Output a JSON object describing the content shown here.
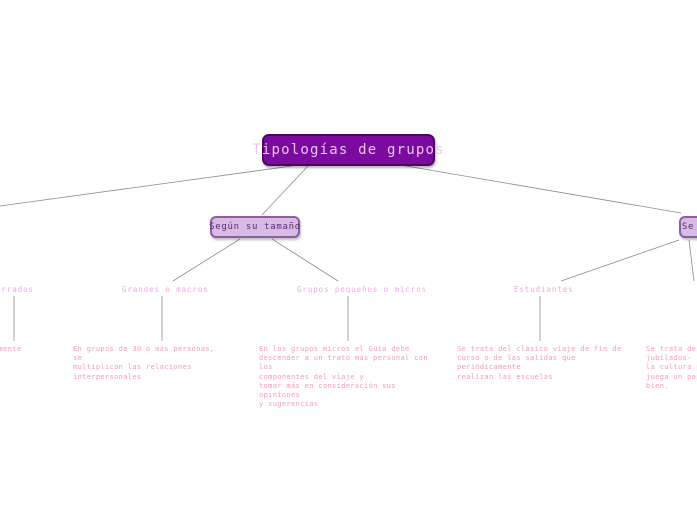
{
  "diagram": {
    "type": "mind-map",
    "title": "Tipologías de grupos",
    "colors": {
      "root_fill": "#7b0a9e",
      "root_border": "#4d0566",
      "root_text": "#e8c7f2",
      "level2_fill": "#d7bbe3",
      "level2_border": "#8e5ba6",
      "level2_text": "#5d2a72",
      "level3_text": "#f0a9e0",
      "leaf_text": "#f59ab8",
      "edge": "#8c8c8c",
      "background": "#ffffff"
    },
    "root": {
      "label": "Tipologías de grupos"
    },
    "branches": [
      {
        "label": "Según su tamaño",
        "children": [
          {
            "label": "Grandes o macros",
            "body": "En grupos de 30 o más personas, se\nmultiplican las relaciones\ninterpersonales"
          },
          {
            "label": "Grupos pequeños o micros",
            "body": "En los grupos micros el Guía debe\ndescender a un trato más personal con los\ncomponentes del viaje y\ntomar más en consideración sus opiniones\ny sugerencias"
          }
        ]
      },
      {
        "label": "Se",
        "children": [
          {
            "label": "Estudiantes",
            "body": "Se trata del clásico viaje de fin de\ncurso o de las salidas que periódicamente\nrealizan las escuelas"
          },
          {
            "label": "",
            "body": "Se trata de gr\njubilados- cuy\nla cultura pe\njuega un pape\nbien."
          }
        ]
      },
      {
        "label": "errados",
        "children": [
          {
            "label": "",
            "body": "n previamente"
          }
        ]
      }
    ],
    "cut_off_note": {
      "left": "errados",
      "right": "Se"
    }
  }
}
